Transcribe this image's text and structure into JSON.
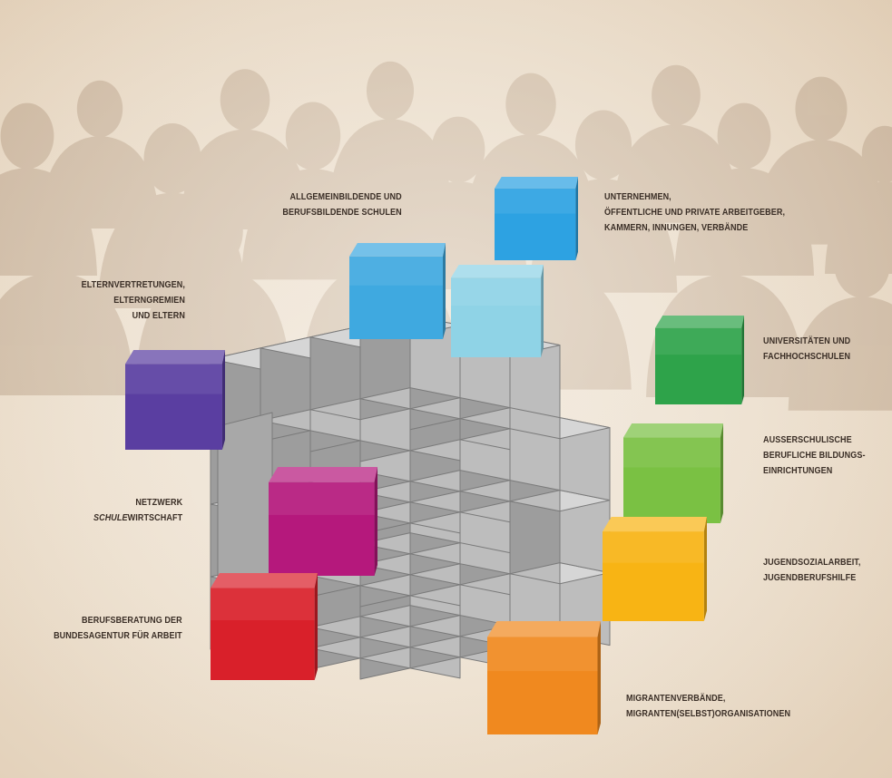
{
  "labels": {
    "schulen": {
      "line1": "ALLGEMEINBILDENDE UND",
      "line2": "BERUFSBILDENDE SCHULEN",
      "color": "#3fa9e0"
    },
    "unternehmen": {
      "line1": "UNTERNEHMEN,",
      "line2": "ÖFFENTLICHE UND PRIVATE ARBEITGEBER,",
      "line3": "KAMMERN, INNUNGEN, VERBÄNDE",
      "color": "#2da2e2"
    },
    "eltern": {
      "line1": "ELTERNVERTRETUNGEN,",
      "line2": "ELTERNGREMIEN",
      "line3": "UND ELTERN",
      "color": "#5a3ea1"
    },
    "universitaeten": {
      "line1": "UNIVERSITÄTEN UND",
      "line2": "FACHHOCHSCHULEN",
      "color": "#2ea34a"
    },
    "ausserschulisch": {
      "line1": "AUSSERSCHULISCHE",
      "line2": "BERUFLICHE BILDUNGS-",
      "line3": "EINRICHTUNGEN",
      "color": "#7ac143"
    },
    "netzwerk": {
      "line1": "NETZWERK",
      "line2_italic": "SCHULE",
      "line2_rest": "WIRTSCHAFT",
      "color": "#b5187c"
    },
    "jugend": {
      "line1": "JUGENDSOZIALARBEIT,",
      "line2": "JUGENDBERUFSHILFE",
      "color": "#f8b414"
    },
    "berufsberatung": {
      "line1": "BERUFSBERATUNG DER",
      "line2": "BUNDESAGENTUR FÜR ARBEIT",
      "color": "#d9202a"
    },
    "migranten": {
      "line1": "MIGRANTENVERBÄNDE,",
      "line2": "MIGRANTEN(SELBST)ORGANISATIONEN",
      "color": "#f0891f"
    }
  },
  "extra_colors": {
    "light_blue": "#8fd3e6",
    "grey_cube": "#b9b9b9"
  }
}
